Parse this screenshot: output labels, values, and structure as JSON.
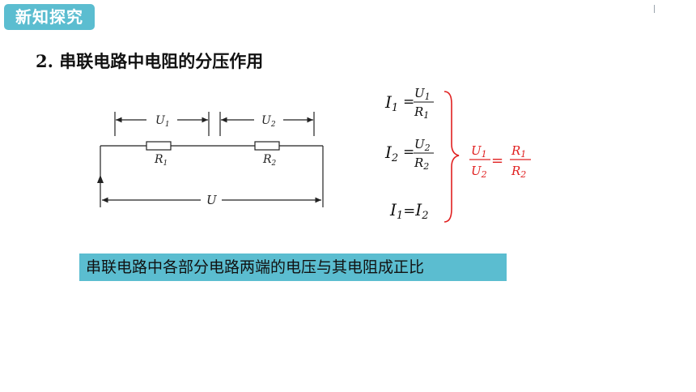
{
  "section_tag": "新知探究",
  "heading": {
    "number": "2.",
    "text": "串联电路中电阻的分压作用"
  },
  "circuit": {
    "voltage_1": "U",
    "voltage_1_sub": "1",
    "voltage_2": "U",
    "voltage_2_sub": "2",
    "resistor_1": "R",
    "resistor_1_sub": "1",
    "resistor_2": "R",
    "resistor_2_sub": "2",
    "total_voltage": "U"
  },
  "formulas": {
    "eq1": {
      "left": "I",
      "left_sub": "1",
      "equals": "=",
      "num": "U",
      "num_sub": "1",
      "den": "R",
      "den_sub": "1"
    },
    "eq2": {
      "left": "I",
      "left_sub": "2",
      "equals": "=",
      "num": "U",
      "num_sub": "2",
      "den": "R",
      "den_sub": "2"
    },
    "eq3": {
      "left": "I",
      "left_sub": "1",
      "equals": "=",
      "right": "I",
      "right_sub": "2"
    },
    "result": {
      "num_left": "U",
      "num_left_sub": "1",
      "den_left": "U",
      "den_left_sub": "2",
      "equals": "=",
      "num_right": "R",
      "num_right_sub": "1",
      "den_right": "R",
      "den_right_sub": "2"
    }
  },
  "conclusion": "串联电路中各部分电路两端的电压与其电阻成正比",
  "colors": {
    "accent": "#5bbdd0",
    "result": "#e02020"
  }
}
